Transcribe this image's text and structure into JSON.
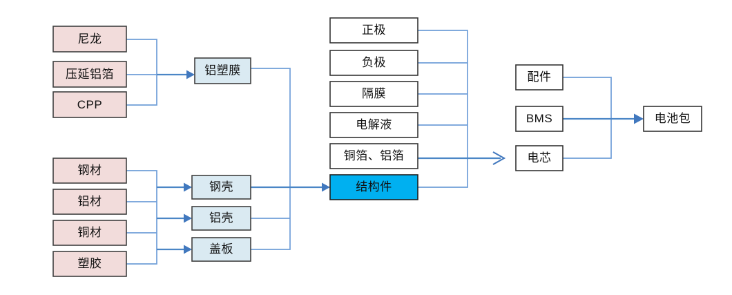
{
  "diagram": {
    "title": "",
    "type": "flow-diagram",
    "colors": {
      "raw_material_fill": "#f2dcdb",
      "component_fill": "#daeaf2",
      "highlight_fill": "#00b0f0",
      "plain_fill": "#ffffff",
      "box_border": "#3f3f3f",
      "connector": "#6f9ed8",
      "arrow": "#4178be"
    },
    "groups": {
      "pouch_materials": {
        "name": "pouch-film-raw-materials",
        "nodes": [
          {
            "id": "nylon",
            "label": "尼龙",
            "style": "pink"
          },
          {
            "id": "rolled-aluminum-foil",
            "label": "压延铝箔",
            "style": "pink"
          },
          {
            "id": "cpp",
            "label": "CPP",
            "style": "pink"
          }
        ]
      },
      "pouch_film": {
        "name": "aluminum-plastic-film",
        "nodes": [
          {
            "id": "aluminum-plastic-film",
            "label": "铝塑膜",
            "style": "lblue"
          }
        ]
      },
      "case_materials": {
        "name": "case-raw-materials",
        "nodes": [
          {
            "id": "steel",
            "label": "钢材",
            "style": "pink"
          },
          {
            "id": "aluminum",
            "label": "铝材",
            "style": "pink"
          },
          {
            "id": "copper",
            "label": "铜材",
            "style": "pink"
          },
          {
            "id": "plastic",
            "label": "塑胶",
            "style": "pink"
          }
        ]
      },
      "case_parts": {
        "name": "case-parts",
        "nodes": [
          {
            "id": "steel-shell",
            "label": "钢壳",
            "style": "lblue"
          },
          {
            "id": "aluminum-shell",
            "label": "铝壳",
            "style": "lblue"
          },
          {
            "id": "top-cover",
            "label": "盖板",
            "style": "lblue"
          }
        ]
      },
      "cell_materials": {
        "name": "cell-materials",
        "nodes": [
          {
            "id": "cathode",
            "label": "正极",
            "style": "white"
          },
          {
            "id": "anode",
            "label": "负极",
            "style": "white"
          },
          {
            "id": "separator",
            "label": "隔膜",
            "style": "white"
          },
          {
            "id": "electrolyte",
            "label": "电解液",
            "style": "white"
          },
          {
            "id": "copper-aluminum-foil",
            "label": "铜箔、铝箔",
            "style": "white"
          },
          {
            "id": "structural-parts",
            "label": "结构件",
            "style": "cyan"
          }
        ]
      },
      "pack_parts": {
        "name": "pack-parts",
        "nodes": [
          {
            "id": "accessories",
            "label": "配件",
            "style": "white"
          },
          {
            "id": "bms",
            "label": "BMS",
            "style": "white"
          },
          {
            "id": "cell",
            "label": "电芯",
            "style": "white"
          }
        ]
      },
      "final": {
        "name": "final-product",
        "nodes": [
          {
            "id": "battery-pack",
            "label": "电池包",
            "style": "white"
          }
        ]
      }
    },
    "edges": [
      {
        "from": "nylon,rolled-aluminum-foil,cpp",
        "to": "aluminum-plastic-film"
      },
      {
        "from": "steel,aluminum,copper,plastic",
        "to": "steel-shell,aluminum-shell,top-cover"
      },
      {
        "from": "aluminum-plastic-film,steel-shell,aluminum-shell,top-cover",
        "to": "structural-parts"
      },
      {
        "from": "cathode,anode,separator,electrolyte,copper-aluminum-foil,structural-parts",
        "to": "cell"
      },
      {
        "from": "accessories,bms,cell",
        "to": "battery-pack"
      }
    ]
  }
}
